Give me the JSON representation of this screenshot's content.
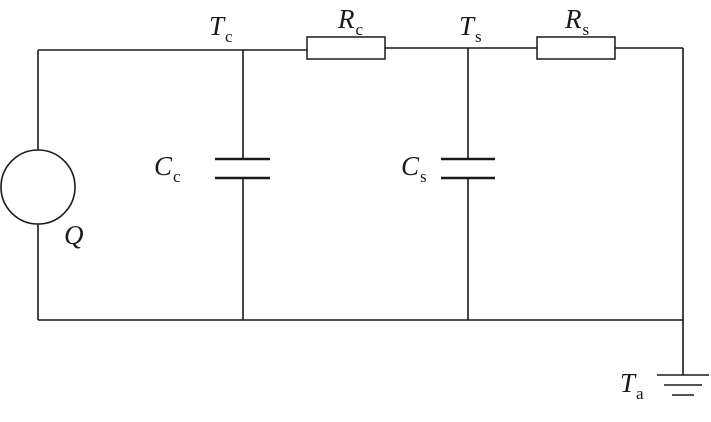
{
  "labels": {
    "Tc": {
      "main": "T",
      "sub": "c"
    },
    "Rc": {
      "main": "R",
      "sub": "c"
    },
    "Ts": {
      "main": "T",
      "sub": "s"
    },
    "Rs": {
      "main": "R",
      "sub": "s"
    },
    "Cc": {
      "main": "C",
      "sub": "c"
    },
    "Cs": {
      "main": "C",
      "sub": "s"
    },
    "Q": {
      "main": "Q"
    },
    "Ta": {
      "main": "T",
      "sub": "a"
    }
  }
}
